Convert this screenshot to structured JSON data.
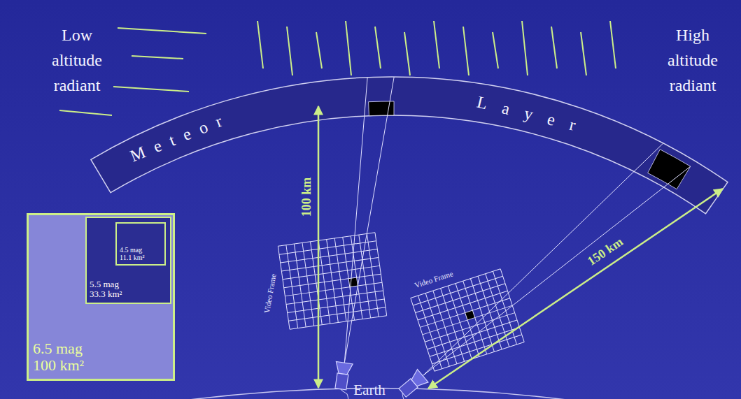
{
  "diagram": {
    "nodes": [
      {
        "text": [
          "6.5 mag 100 km²"
        ]
      },
      {
        "text": [
          "5.5 mag 33.3 km²"
        ],
        "in": 0
      },
      {
        "text": [
          "4.5 mag 11.1 km²"
        ],
        "in": 1
      }
    ],
    "labels": [
      "Low altitude radiant",
      "High altitude radiant",
      "Meteor",
      "Layer",
      "100 km",
      "150 km",
      "Video Frame",
      "Video Frame",
      "Earth"
    ]
  }
}
